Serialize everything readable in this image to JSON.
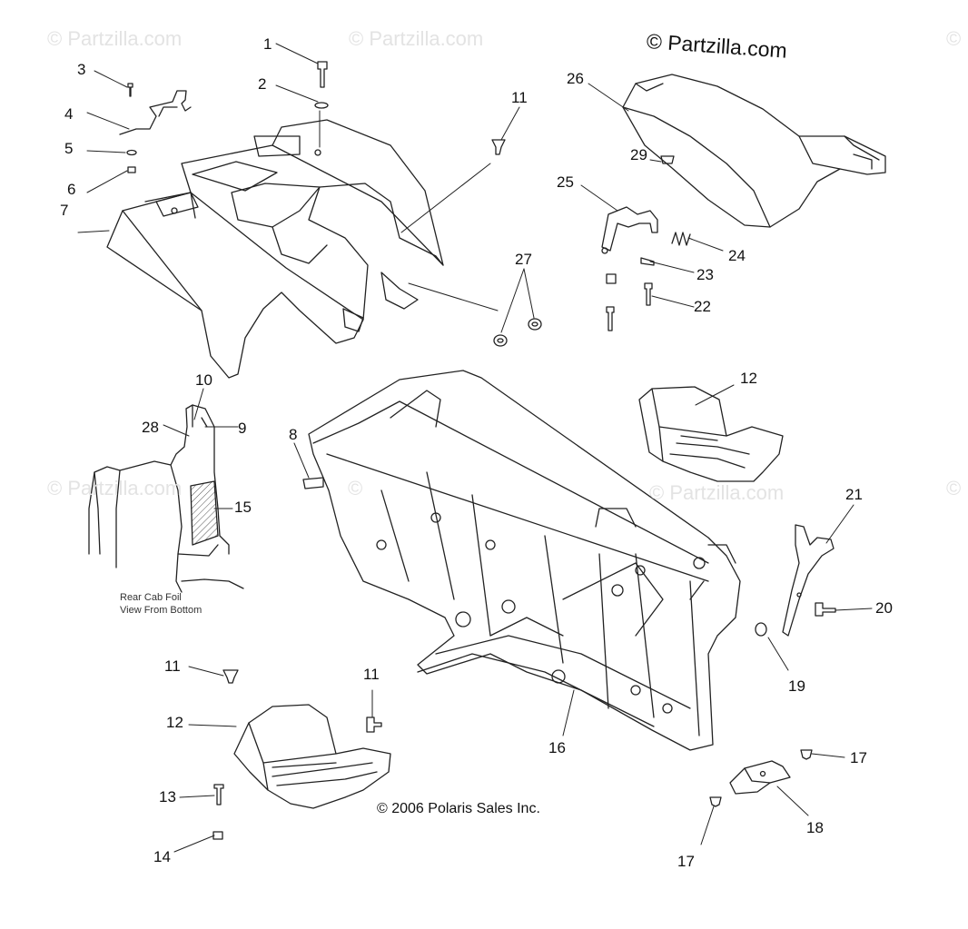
{
  "watermarks": [
    "© Partzilla.com",
    "© Partzilla.com",
    "© Partzilla.com",
    "© Partzilla.com",
    "©",
    "©",
    "©"
  ],
  "copyright_top": "© Partzilla.com",
  "copyright_bottom": "© 2006 Polaris Sales Inc.",
  "detail_caption": {
    "line1": "Rear Cab Foil",
    "line2": "View From Bottom"
  },
  "callouts": [
    "1",
    "2",
    "3",
    "4",
    "5",
    "6",
    "7",
    "11",
    "26",
    "29",
    "25",
    "24",
    "23",
    "22",
    "27",
    "10",
    "28",
    "9",
    "8",
    "15",
    "12",
    "21",
    "20",
    "19",
    "11",
    "12",
    "11",
    "16",
    "13",
    "14",
    "17",
    "18",
    "17"
  ],
  "colors": {
    "line": "#222222",
    "hatch": "#555555",
    "watermark": "#e3e3e3"
  }
}
